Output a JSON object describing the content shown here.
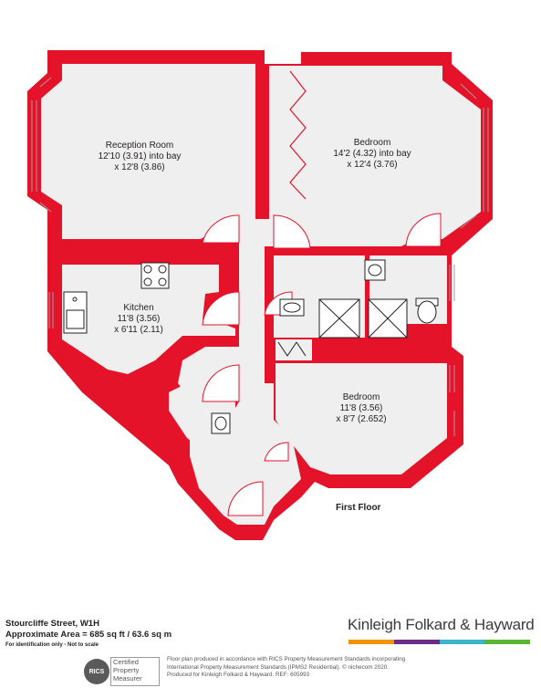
{
  "rooms": {
    "reception": {
      "name": "Reception Room",
      "dim1": "12'10 (3.91) into bay",
      "dim2": "x 12'8 (3.86)"
    },
    "bedroom1": {
      "name": "Bedroom",
      "dim1": "14'2 (4.32) into bay",
      "dim2": "x 12'4 (3.76)"
    },
    "kitchen": {
      "name": "Kitchen",
      "dim1": "11'8 (3.56)",
      "dim2": "x 6'11 (2.11)"
    },
    "bedroom2": {
      "name": "Bedroom",
      "dim1": "11'8 (3.56)",
      "dim2": "x 8'7 (2.652)"
    }
  },
  "floor": "First Floor",
  "footer": {
    "address": "Stourcliffe Street, W1H",
    "area": "Approximate Area = 685 sq ft / 63.6 sq m",
    "note": "For identification only - Not to scale",
    "brand": "Kinleigh Folkard & Hayward",
    "brand_colors": [
      "#f39200",
      "#6b2d85",
      "#3bb5c9",
      "#5cb535"
    ],
    "rics_logo": "RICS",
    "rics_text": [
      "Certified",
      "Property",
      "Measurer"
    ],
    "disclaimer": [
      "Floor plan produced in accordance with RICS Property Measurement Standards incorporating",
      "International Property Measurement Standards (IPMS2 Residential).  © nichecom 2020.",
      "Produced for Kinleigh Folkard & Hayward.   REF: 605993"
    ]
  },
  "colors": {
    "wall": "#e5132a",
    "floor": "#f0efef",
    "line": "#9d9d9d"
  }
}
